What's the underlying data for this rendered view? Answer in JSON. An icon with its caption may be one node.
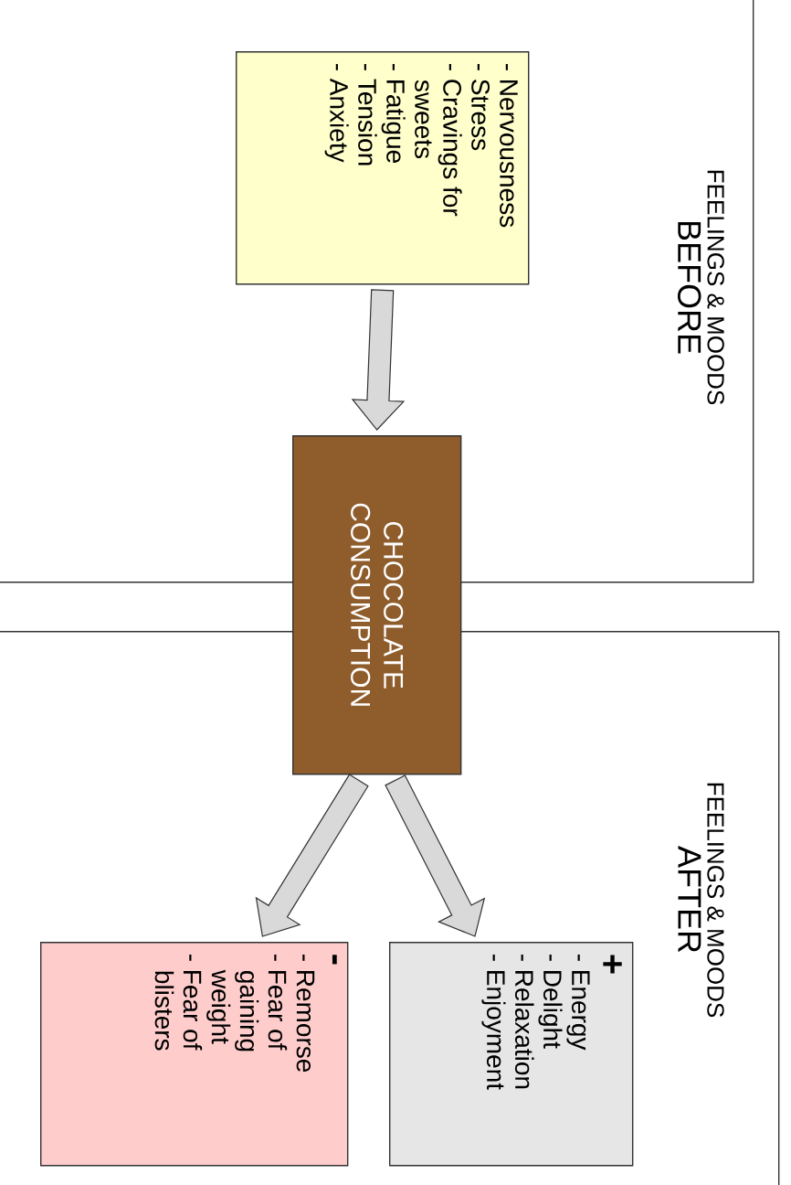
{
  "diagram": {
    "nodes": [
      {
        "text": [
          "FEELINGS & MOODS",
          "BEFORE"
        ]
      },
      {
        "text": [
          "- Nervousness",
          "- Stress",
          "- Cravings for sweets",
          "- Fatigue",
          "- Tension",
          "- Anxiety"
        ],
        "in": 0
      },
      {
        "text": [
          "CHOCOLATE CONSUMPTION"
        ]
      },
      {
        "text": [
          "FEELINGS & MOODS",
          "AFTER"
        ]
      },
      {
        "text": [
          "+",
          "- Energy",
          "- Delight",
          "- Relaxation",
          "- Enjoyment"
        ],
        "in": 3
      },
      {
        "text": [
          "-",
          "- Remorse",
          "- Fear of gaining weight",
          "- Fear of blisters"
        ],
        "in": 3
      }
    ],
    "edges": [
      {
        "from": 1,
        "to": 2,
        "arrow": "to"
      },
      {
        "from": 2,
        "to": 4,
        "arrow": "to"
      },
      {
        "from": 2,
        "to": 5,
        "arrow": "to"
      }
    ]
  }
}
